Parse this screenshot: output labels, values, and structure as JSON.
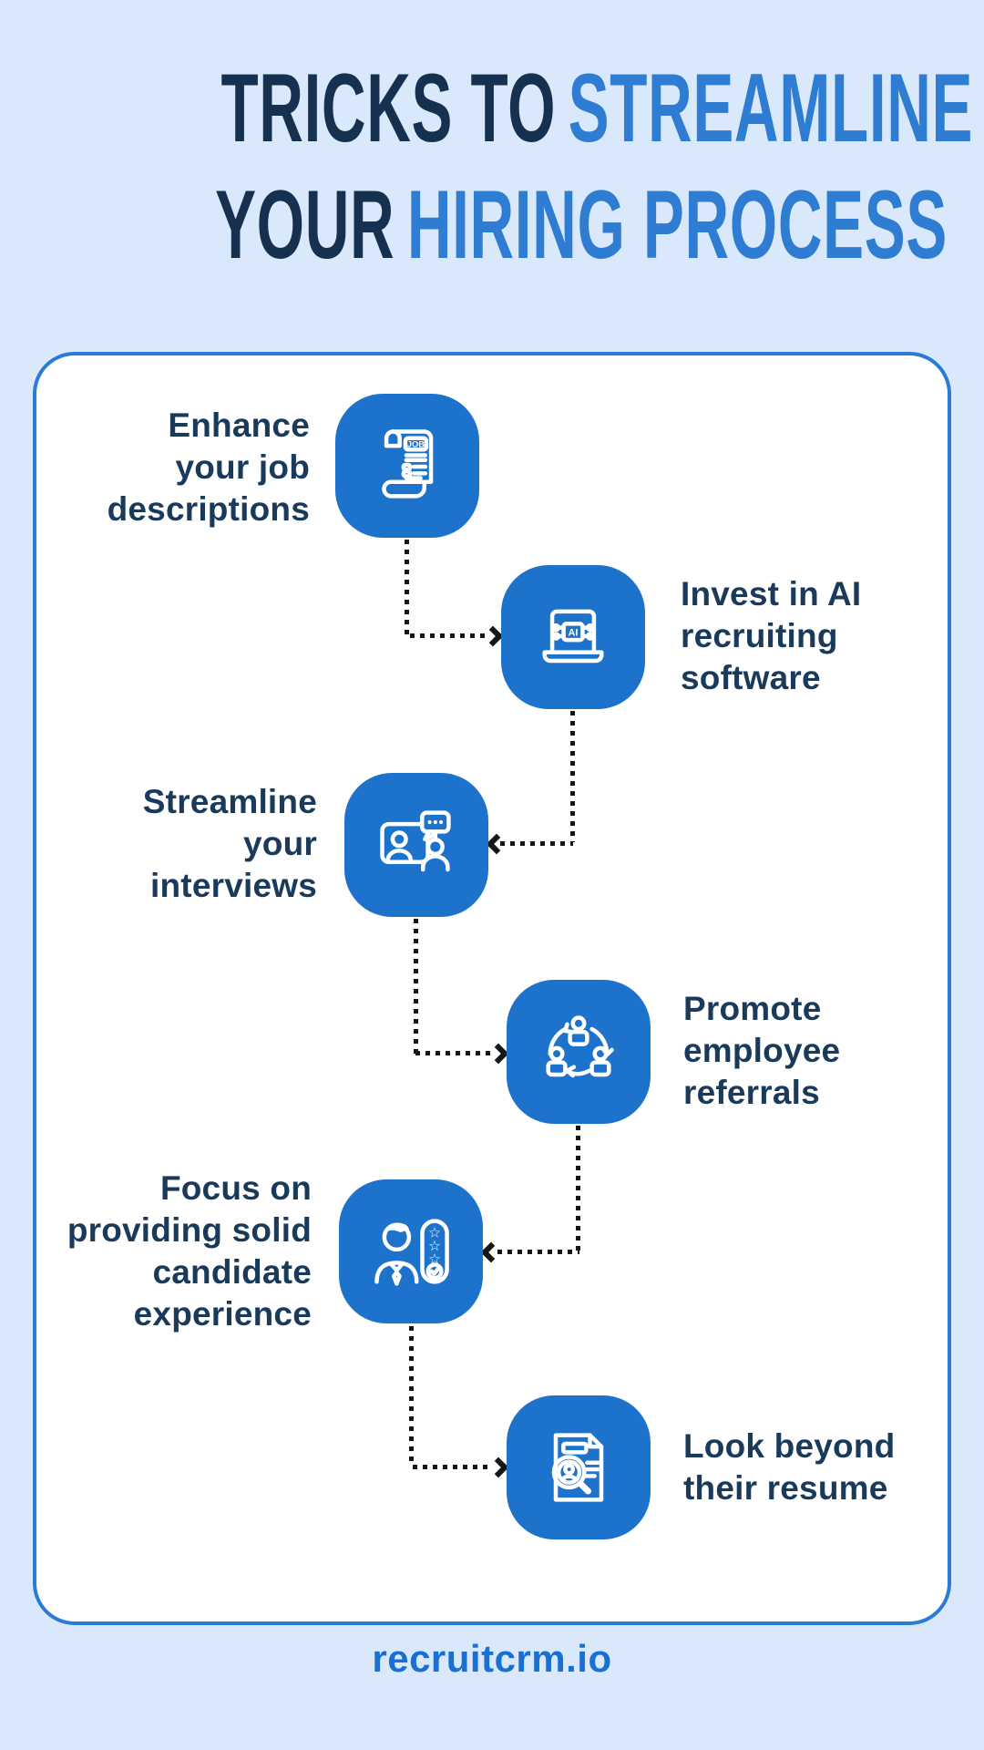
{
  "title": {
    "line1_dark": "TRICKS TO",
    "line1_accent": "STREAMLINE",
    "line2_dark": "YOUR",
    "line2_accent": "HIRING PROCESS"
  },
  "steps": [
    {
      "label": "Enhance your job descriptions",
      "lines": [
        "Enhance",
        "your job",
        "descriptions"
      ],
      "icon": "job-description-icon",
      "icon_text": "JOB"
    },
    {
      "label": "Invest in AI recruiting software",
      "lines": [
        "Invest in AI",
        "recruiting",
        "software"
      ],
      "icon": "ai-software-icon",
      "icon_text": "AI"
    },
    {
      "label": "Streamline your interviews",
      "lines": [
        "Streamline",
        "your",
        "interviews"
      ],
      "icon": "video-interview-icon"
    },
    {
      "label": "Promote employee referrals",
      "lines": [
        "Promote",
        "employee",
        "referrals"
      ],
      "icon": "employee-referrals-icon"
    },
    {
      "label": "Focus on providing solid candidate experience",
      "lines": [
        "Focus on",
        "providing solid",
        "candidate",
        "experience"
      ],
      "icon": "candidate-experience-icon"
    },
    {
      "label": "Look beyond their resume",
      "lines": [
        "Look beyond",
        "their resume"
      ],
      "icon": "resume-search-icon"
    }
  ],
  "footer": {
    "site": "recruitcrm.io"
  },
  "colors": {
    "background": "#d9e8fb",
    "card_background": "#ffffff",
    "card_border": "#2b7ad6",
    "icon_tile": "#1d72cc",
    "title_dark": "#16314f",
    "title_accent": "#2f7cd3",
    "step_text": "#1a3a5c",
    "connector": "#161616",
    "footer_text": "#1a70d2"
  }
}
